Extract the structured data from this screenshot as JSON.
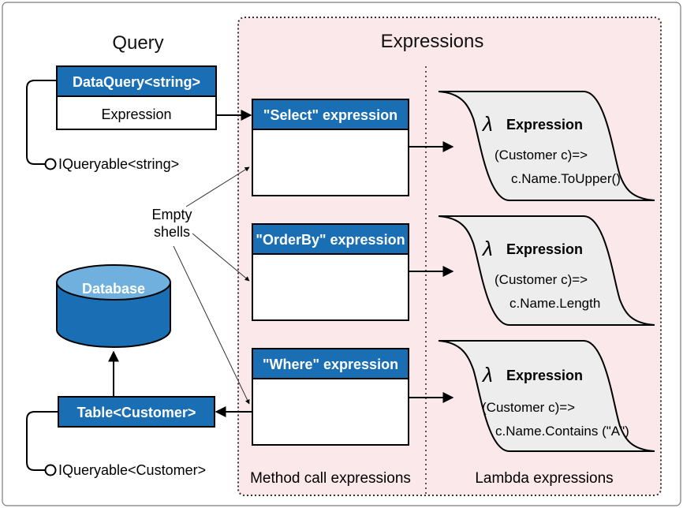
{
  "query_title": "Query",
  "expressions_title": "Expressions",
  "dataquery": {
    "header": "DataQuery<string>",
    "row": "Expression",
    "interface": "IQueryable<string>"
  },
  "database": {
    "label": "Database"
  },
  "table": {
    "header": "Table<Customer>",
    "interface": "IQueryable<Customer>"
  },
  "empty_shells": {
    "line1": "Empty",
    "line2": "shells"
  },
  "method_calls": [
    {
      "header": "\"Select\" expression"
    },
    {
      "header": "\"OrderBy\" expression"
    },
    {
      "header": "\"Where\" expression"
    }
  ],
  "lambdas": [
    {
      "symbol": "λ",
      "title": "Expression",
      "line1": "(Customer c)=>",
      "line2": "c.Name.ToUpper()"
    },
    {
      "symbol": "λ",
      "title": "Expression",
      "line1": "(Customer c)=>",
      "line2": "c.Name.Length"
    },
    {
      "symbol": "λ",
      "title": "Expression",
      "line1": "(Customer c)=>",
      "line2": "c.Name.Contains (\"A\")"
    }
  ],
  "footer": {
    "method_label": "Method call expressions",
    "lambda_label": "Lambda expressions"
  },
  "colors": {
    "blue": "#1a6fb4",
    "pink": "#fbe8ea",
    "lambda_fill": "#ededed"
  }
}
